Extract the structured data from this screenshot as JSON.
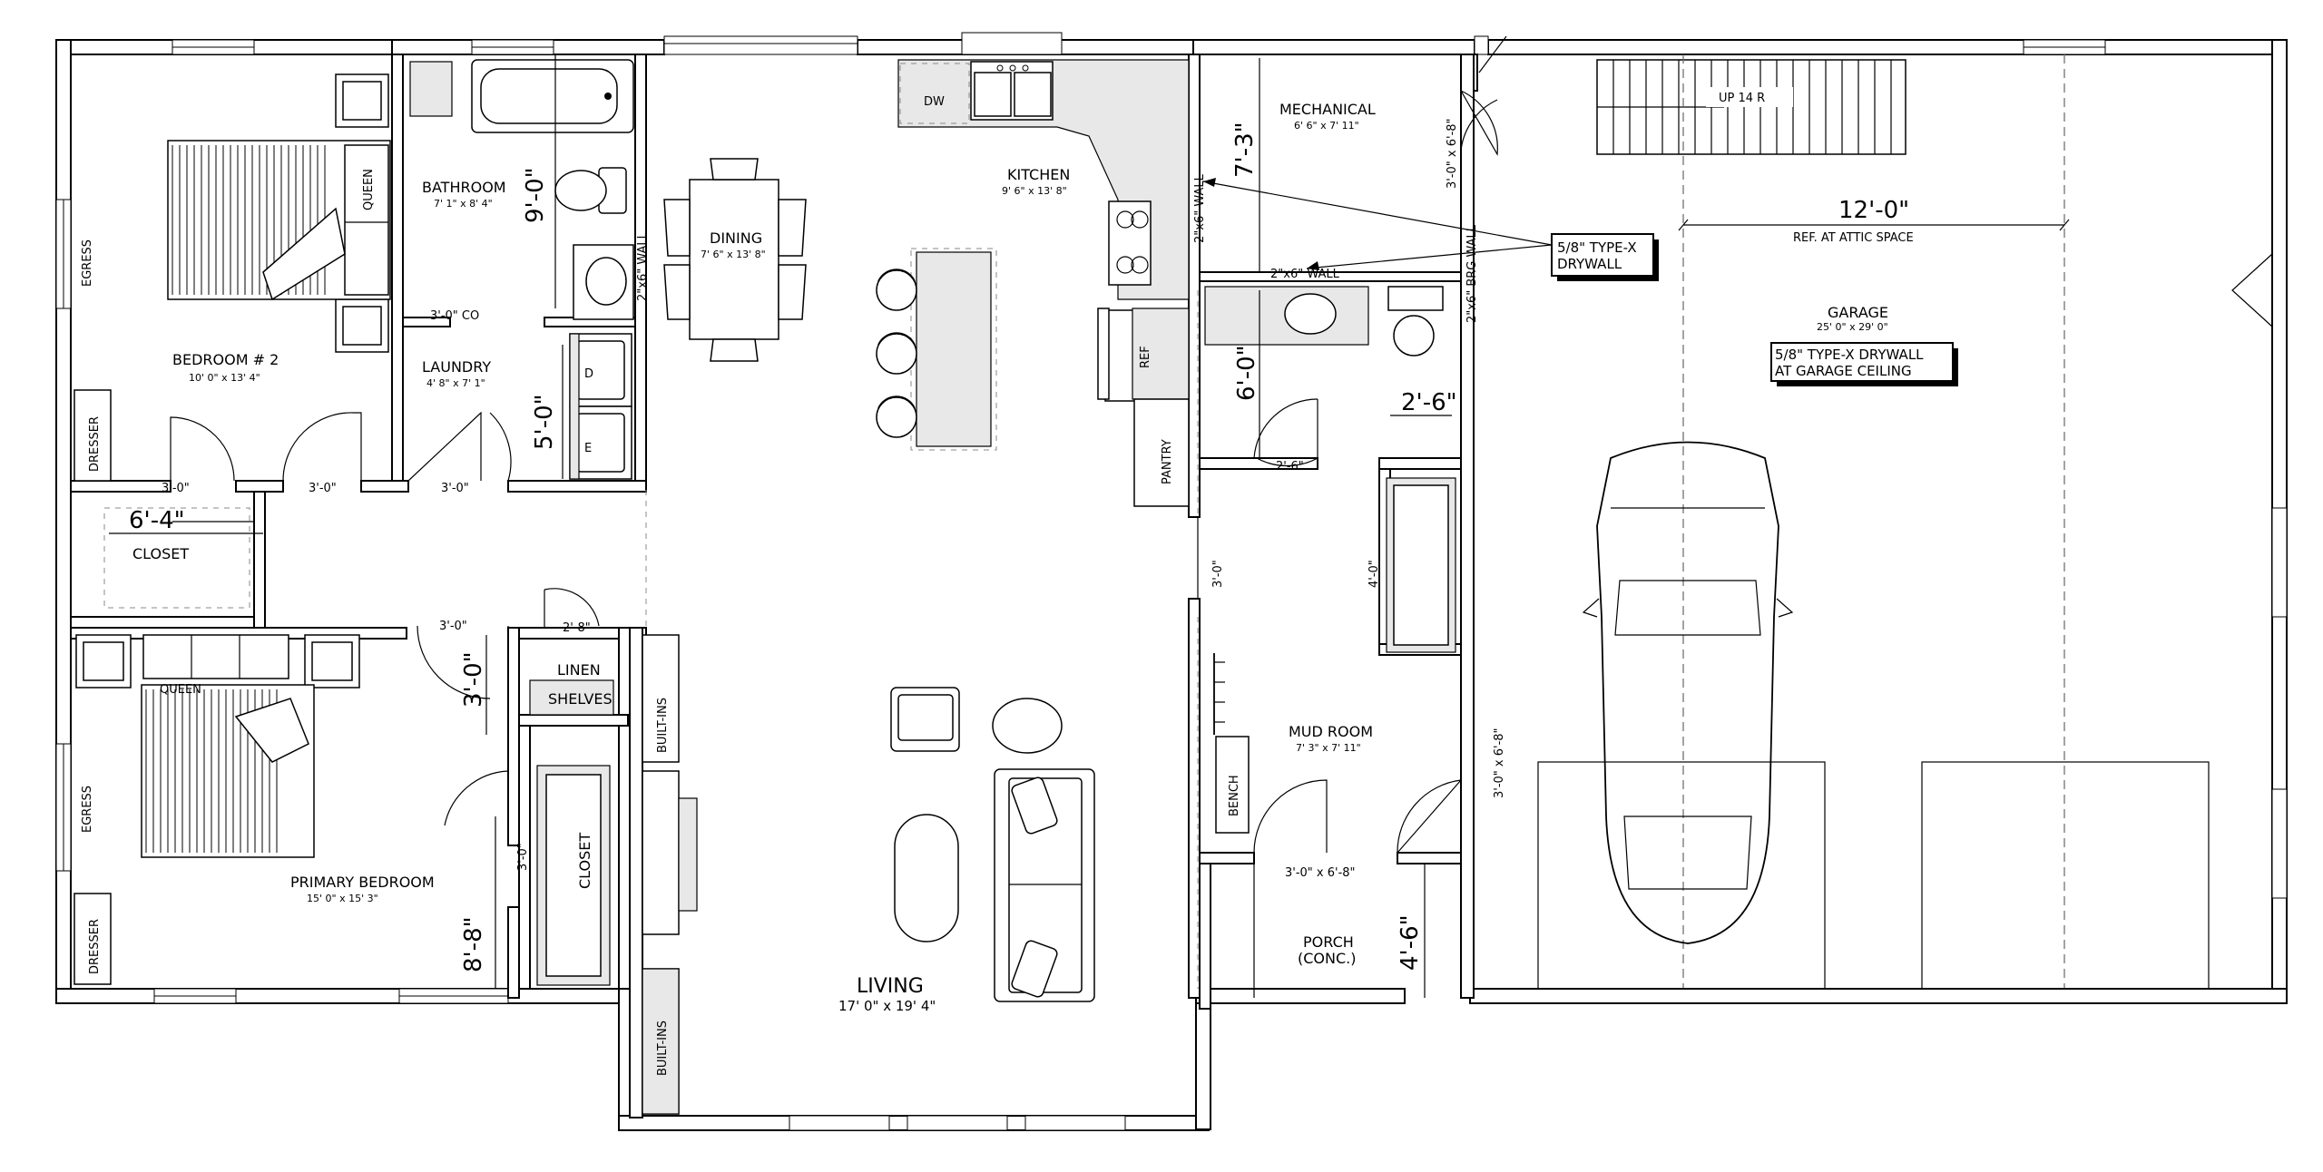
{
  "rooms": {
    "bedroom2": {
      "name": "BEDROOM # 2",
      "dims": "10' 0\" x 13' 4\""
    },
    "bathroom": {
      "name": "BATHROOM",
      "dims": "7' 1\" x 8' 4\""
    },
    "laundry": {
      "name": "LAUNDRY",
      "dims": "4' 8\" x 7' 1\""
    },
    "dining": {
      "name": "DINING",
      "dims": "7' 6\" x 13' 8\""
    },
    "kitchen": {
      "name": "KITCHEN",
      "dims": "9' 6\" x 13' 8\""
    },
    "mechanical": {
      "name": "MECHANICAL",
      "dims": "6' 6\" x 7' 11\""
    },
    "garage": {
      "name": "GARAGE",
      "dims": "25' 0\" x 29' 0\""
    },
    "primary_bedroom": {
      "name": "PRIMARY BEDROOM",
      "dims": "15' 0\" x 15' 3\""
    },
    "living": {
      "name": "LIVING",
      "dims": "17' 0\" x 19' 4\""
    },
    "mud_room": {
      "name": "MUD ROOM",
      "dims": "7' 3\" x 7' 11\""
    },
    "porch": {
      "name": "PORCH",
      "sub": "(CONC.)"
    },
    "closet_b2": {
      "name": "CLOSET"
    },
    "closet_primary": {
      "name": "CLOSET"
    },
    "linen": {
      "name": "LINEN"
    },
    "shelves": {
      "name": "SHELVES"
    }
  },
  "fixtures": {
    "queen_b2": "QUEEN",
    "queen_primary": "QUEEN",
    "egress_top": "EGRESS",
    "egress_bottom": "EGRESS",
    "dresser_top": "DRESSER",
    "dresser_bottom": "DRESSER",
    "dw": "DW",
    "ref": "REF",
    "pantry": "PANTRY",
    "bench": "BENCH",
    "builtins_top": "BUILT-INS",
    "builtins_bottom": "BUILT-INS",
    "washer": "D",
    "dryer": "E",
    "stairs": "UP 14 R"
  },
  "dimensions": {
    "bath_height": "9'-0\"",
    "laundry_height": "5'-0\"",
    "co": "3'-0\" CO",
    "door_b2": "3'-0\"",
    "door_b2_right": "3'-0\"",
    "door_laundry": "3'-0\"",
    "closet_width": "6'-4\"",
    "primary_door": "3'-0\"",
    "primary_vert": "3'-0\"",
    "linen_door": "2'-8\"",
    "closet_door": "3'-0\"",
    "primary_8_8": "8'-8\"",
    "hall_3_0": "3'-0\"",
    "kitchen_7_3": "7'-3\"",
    "mech_door": "3'-0\" x 6'-8\"",
    "bath2_6_0": "6'-0\"",
    "bath2_2_6": "2'-6\"",
    "bath2_door": "2'-6\"",
    "mud_4_0": "4'-0\"",
    "mud_door": "3'-0\" x 6'-8\"",
    "porch_door": "3'-0\" x 6'-8\"",
    "porch_4_6": "4'-6\"",
    "attic": "12'-0\"",
    "attic_note": "REF. AT ATTIC SPACE"
  },
  "walls": {
    "kitchen_wall": "2\"x6\" WALL",
    "bath_wall": "2\"x6\" WALL",
    "mech_wall": "2\"x6\" WALL",
    "brg_wall": "2\"x6\" BRG WALL"
  },
  "notes": {
    "drywall_1": "5/8\" TYPE-X",
    "drywall_2": "DRYWALL",
    "garage_note_1": "5/8\" TYPE-X DRYWALL",
    "garage_note_2": "AT GARAGE CEILING"
  },
  "colors": {
    "ink": "#000000",
    "fill_gray": "#e8e8e8",
    "background": "#ffffff"
  }
}
